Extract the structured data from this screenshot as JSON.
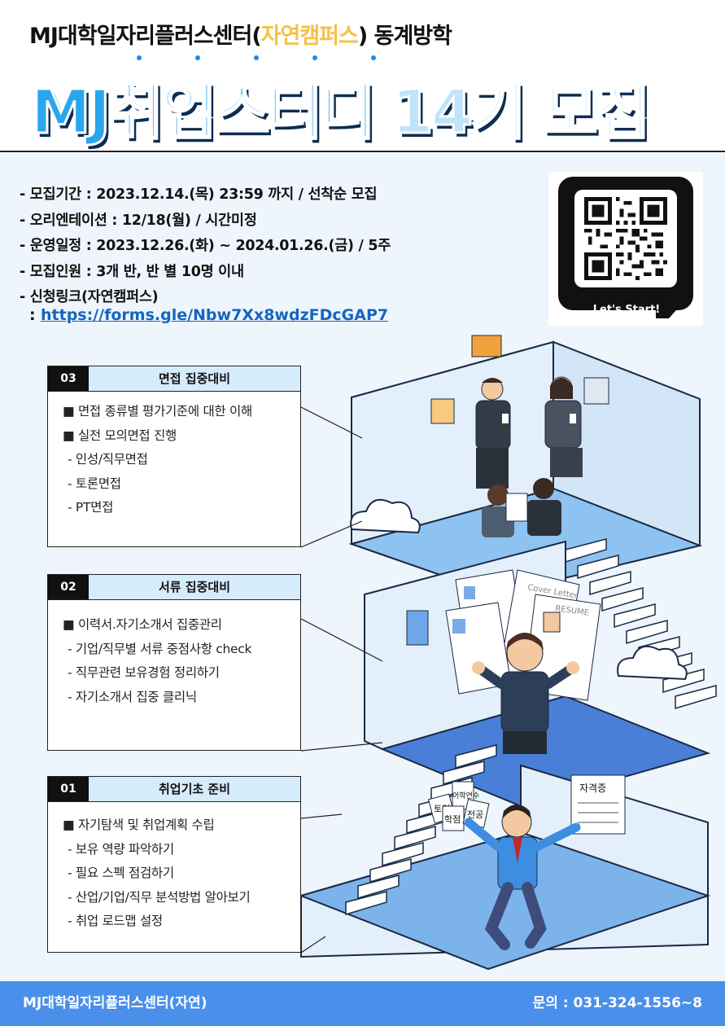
{
  "header": {
    "subtitle_pre": "MJ대학일자리플러스센터(",
    "subtitle_highlight": "자연캠퍼스",
    "subtitle_post": ") 동계방학",
    "title_main": "MJ취업스터디 ",
    "title_num": "14기 모집"
  },
  "info": {
    "lines": [
      "- 모집기간 : 2023.12.14.(목) 23:59 까지 / 선착순 모집",
      "- 오리엔테이션 : 12/18(월) / 시간미정",
      "- 운영일정 : 2023.12.26.(화) ~ 2024.01.26.(금) / 5주",
      "- 모집인원 : 3개 반, 반 별 10명 이내",
      "- 신청링크(자연캠퍼스)"
    ],
    "link_prefix": ": ",
    "link": "https://forms.gle/Nbw7Xx8wdzFDcGAP7"
  },
  "qr": {
    "label": "Let's Start!"
  },
  "sections": [
    {
      "num": "03",
      "title": "면접 집중대비",
      "items": [
        "■ 면접 종류별 평가기준에 대한 이해",
        "■ 실전 모의면접 진행",
        "- 인성/직무면접",
        "- 토론면접",
        "- PT면접"
      ]
    },
    {
      "num": "02",
      "title": "서류 집중대비",
      "items": [
        "■ 이력서.자기소개서 집중관리",
        "- 기업/직무별 서류 중점사항 check",
        "- 직무관련 보유경험 정리하기",
        "- 자기소개서 집중 클리닉"
      ]
    },
    {
      "num": "01",
      "title": "취업기초 준비",
      "items": [
        "■ 자기탐색 및 취업계획 수립",
        "- 보유 역량 파악하기",
        "- 필요 스펙 점검하기",
        "- 산업/기업/직무 분석방법 알아보기",
        "- 취업 로드맵 설정"
      ]
    }
  ],
  "illustration": {
    "cover_letter": "Cover Letter",
    "resume": "RESUME",
    "certificate": "자격증",
    "cards": [
      "토익",
      "어학연수",
      "학점",
      "전공"
    ]
  },
  "footer": {
    "left": "MJ대학일자리플러스센터(자연)",
    "right": "문의 : 031-324-1556~8"
  },
  "colors": {
    "accent_blue": "#2aa6ee",
    "highlight_yellow": "#f6c244",
    "footer_blue": "#4a90ea",
    "section_head_bg": "#d6ecfb"
  }
}
